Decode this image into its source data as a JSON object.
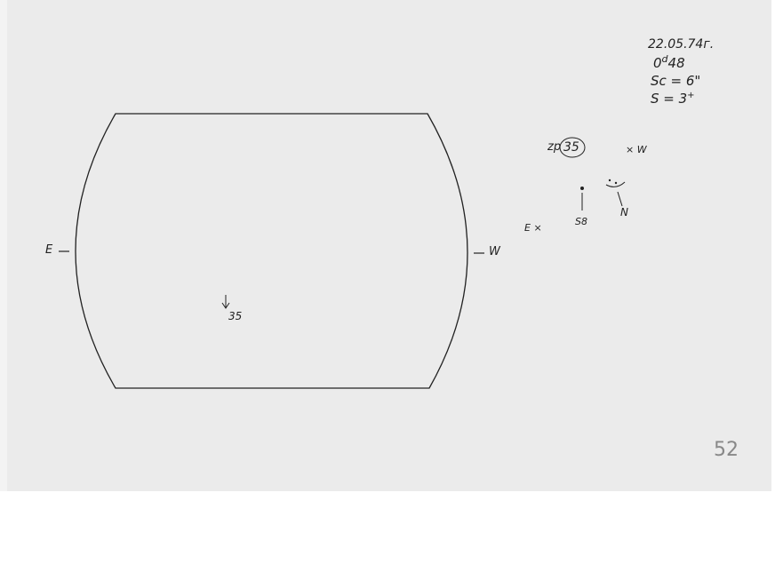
{
  "header": {
    "date": "22.05.74г.",
    "time_day": "0",
    "time_sup": "d",
    "time_frac": "48",
    "sc": "Sc = 6\"",
    "s_main": "S = 3",
    "s_sup": "+"
  },
  "disk": {
    "east_label": "E",
    "west_label": "W",
    "group_label": "35"
  },
  "group_detail": {
    "type_label": "zp",
    "group_number": "35",
    "east_label": "E",
    "west_label": "W",
    "spot_label": "S8",
    "north_label": "N"
  },
  "page_number": "52"
}
